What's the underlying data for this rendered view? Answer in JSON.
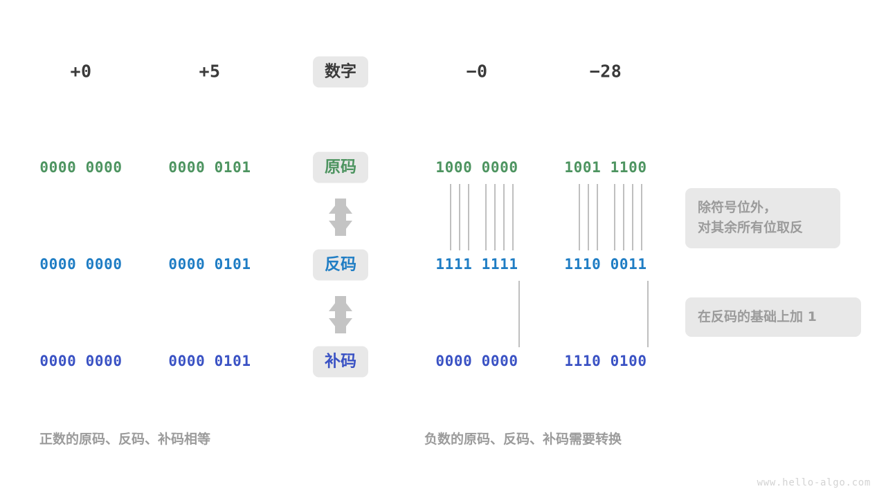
{
  "diagram": {
    "title_row": {
      "label_pill": "数字",
      "columns": [
        "+0",
        "+5",
        "−0",
        "−28"
      ]
    },
    "rows": [
      {
        "label": "原码",
        "color": "#4d9460",
        "values": [
          "0000 0000",
          "0000 0101",
          "1000 0000",
          "1001 1100"
        ]
      },
      {
        "label": "反码",
        "color": "#1f7dc4",
        "values": [
          "0000 0000",
          "0000 0101",
          "1111 1111",
          "1110 0011"
        ]
      },
      {
        "label": "补码",
        "color": "#3a52c4",
        "values": [
          "0000 0000",
          "0000 0101",
          "0000 0000",
          "1110 0100"
        ]
      }
    ],
    "notes": [
      "除符号位外，\n对其余所有位取反",
      "在反码的基础上加  1"
    ],
    "captions": [
      "正数的原码、反码、补码相等",
      "负数的原码、反码、补码需要转换"
    ],
    "watermark": "www.hello-algo.com",
    "arrows": [
      "double-arrow-up-down",
      "double-arrow-up-down"
    ],
    "colors": {
      "pill_background": "#e8e8e8",
      "note_background": "#e8e8e8",
      "note_text": "#9b9b9b",
      "connector_line": "#8a8a8a",
      "arrow": "#c4c4c4",
      "header_text": "#3a3a3a",
      "page_background": "#ffffff"
    }
  }
}
